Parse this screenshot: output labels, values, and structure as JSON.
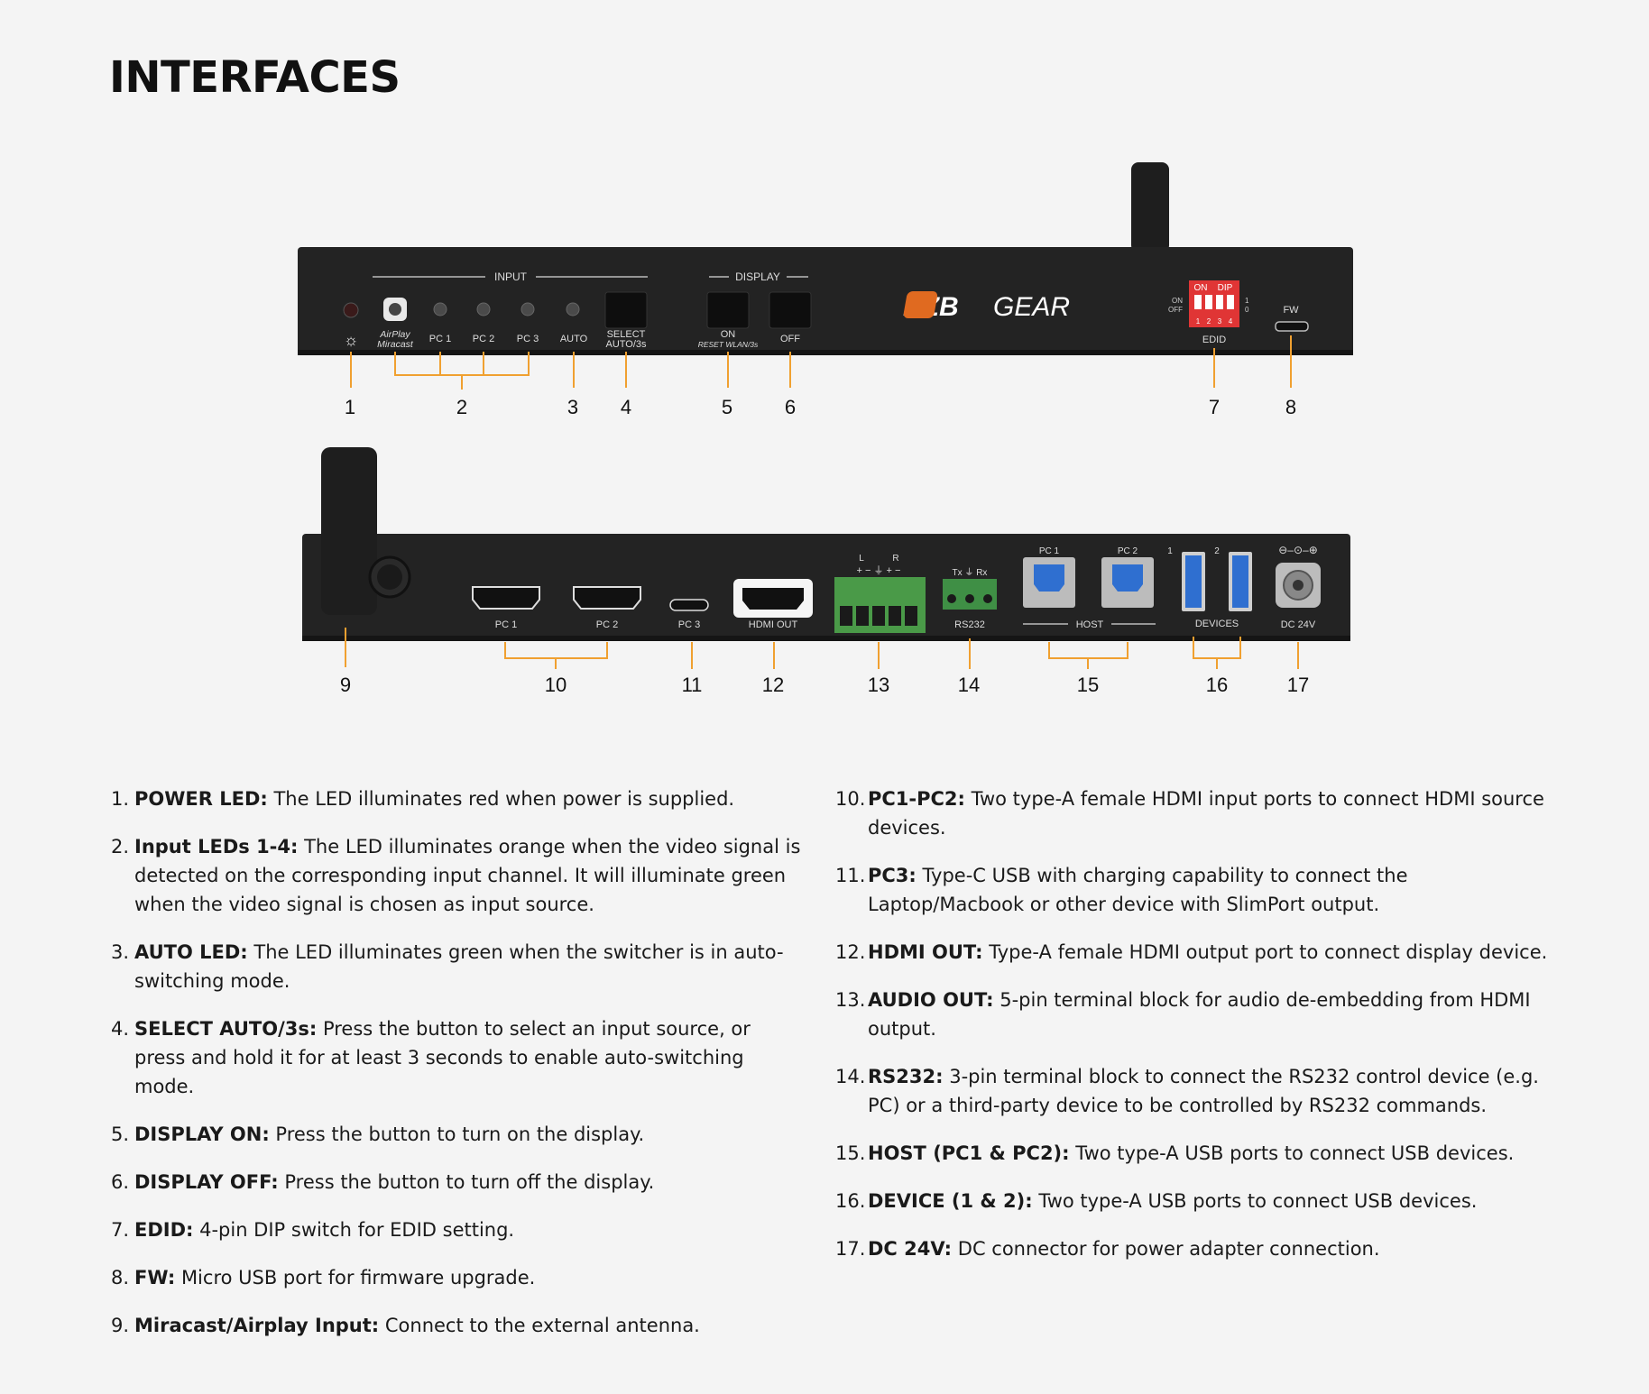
{
  "page": {
    "title": "INTERFACES"
  },
  "front_panel": {
    "group_input": "INPUT",
    "group_display": "DISPLAY",
    "brand": "BZB",
    "brand_suffix": "GEAR",
    "labels": {
      "power": "☼",
      "airplay_line1": "AirPlay",
      "airplay_line2": "Miracast",
      "pc1": "PC 1",
      "pc2": "PC 2",
      "pc3": "PC 3",
      "auto": "AUTO",
      "select_line1": "SELECT",
      "select_line2": "AUTO/3s",
      "on": "ON",
      "reset": "RESET WLAN/3s",
      "off": "OFF",
      "dip_on": "ON",
      "dip_title": "DIP",
      "dip_side_on": "ON",
      "dip_side_off": "OFF",
      "dip_one": "1",
      "dip_zero": "0",
      "dip_numbers": [
        "1",
        "2",
        "3",
        "4"
      ],
      "edid": "EDID",
      "fw": "FW"
    },
    "callouts": [
      "1",
      "2",
      "3",
      "4",
      "5",
      "6",
      "7",
      "8"
    ]
  },
  "rear_panel": {
    "labels": {
      "pc1": "PC 1",
      "pc2": "PC 2",
      "pc3": "PC 3",
      "hdmi_out": "HDMI OUT",
      "audio_lr": [
        "L",
        "R"
      ],
      "audio_pins": "+  −  ⏚  +  −",
      "rs232": "RS232",
      "rs232_pins": "Tx ⏚ Rx",
      "host_pc1": "PC 1",
      "host_pc2": "PC 2",
      "host": "HOST",
      "dev1": "1",
      "dev2": "2",
      "devices": "DEVICES",
      "dc": "DC 24V",
      "dc_polarity": "⊖–⊙–⊕"
    },
    "callouts": [
      "9",
      "10",
      "11",
      "12",
      "13",
      "14",
      "15",
      "16",
      "17"
    ]
  },
  "descriptions_left": [
    {
      "num": "1.",
      "term": "POWER LED:",
      "text": " The LED illuminates red when power is supplied."
    },
    {
      "num": "2.",
      "term": "Input LEDs 1-4:",
      "text": " The LED illuminates orange when the video signal is detected on the corresponding input channel. It will illuminate green when the video signal is chosen as input source."
    },
    {
      "num": "3.",
      "term": "AUTO LED:",
      "text": " The LED illuminates green when the switcher is in auto-switching mode."
    },
    {
      "num": "4.",
      "term": "SELECT AUTO/3s:",
      "text": " Press the button to select an input source, or press and hold it for at least 3 seconds to enable auto-switching mode."
    },
    {
      "num": "5.",
      "term": "DISPLAY ON:",
      "text": " Press the button to turn on the display."
    },
    {
      "num": "6.",
      "term": "DISPLAY OFF:",
      "text": " Press the button to turn off the display."
    },
    {
      "num": "7.",
      "term": "EDID:",
      "text": " 4-pin DIP switch for EDID setting."
    },
    {
      "num": "8.",
      "term": "FW:",
      "text": " Micro USB port for firmware upgrade."
    },
    {
      "num": "9.",
      "term": "Miracast/Airplay Input:",
      "text": " Connect to the external antenna."
    }
  ],
  "descriptions_right": [
    {
      "num": "10.",
      "term": "PC1-PC2:",
      "text": " Two type-A female HDMI input ports to connect HDMI source devices."
    },
    {
      "num": "11.",
      "term": "PC3:",
      "text": " Type-C USB with charging capability to connect the Laptop/Macbook or other device with SlimPort output."
    },
    {
      "num": "12.",
      "term": "HDMI OUT:",
      "text": " Type-A female HDMI output port to connect display device."
    },
    {
      "num": "13.",
      "term": "AUDIO OUT:",
      "text": " 5-pin terminal block for audio de-embedding from HDMI output."
    },
    {
      "num": "14.",
      "term": "RS232:",
      "text": " 3-pin terminal block to connect the RS232 control device (e.g. PC) or a third-party device to be controlled by RS232 commands."
    },
    {
      "num": "15.",
      "term": "HOST (PC1 & PC2):",
      "text": " Two type-A USB ports to connect USB devices."
    },
    {
      "num": "16.",
      "term": "DEVICE (1 & 2):",
      "text": " Two type-A USB ports to connect USB devices."
    },
    {
      "num": "17.",
      "term": "DC 24V:",
      "text": " DC connector for power adapter connection."
    }
  ],
  "colors": {
    "background": "#f4f4f4",
    "chassis": "#232323",
    "callout_line": "#f0a030",
    "terminal_green": "#4a9a48",
    "usb_blue": "#2f6fd0",
    "dip_red": "#e03535"
  }
}
